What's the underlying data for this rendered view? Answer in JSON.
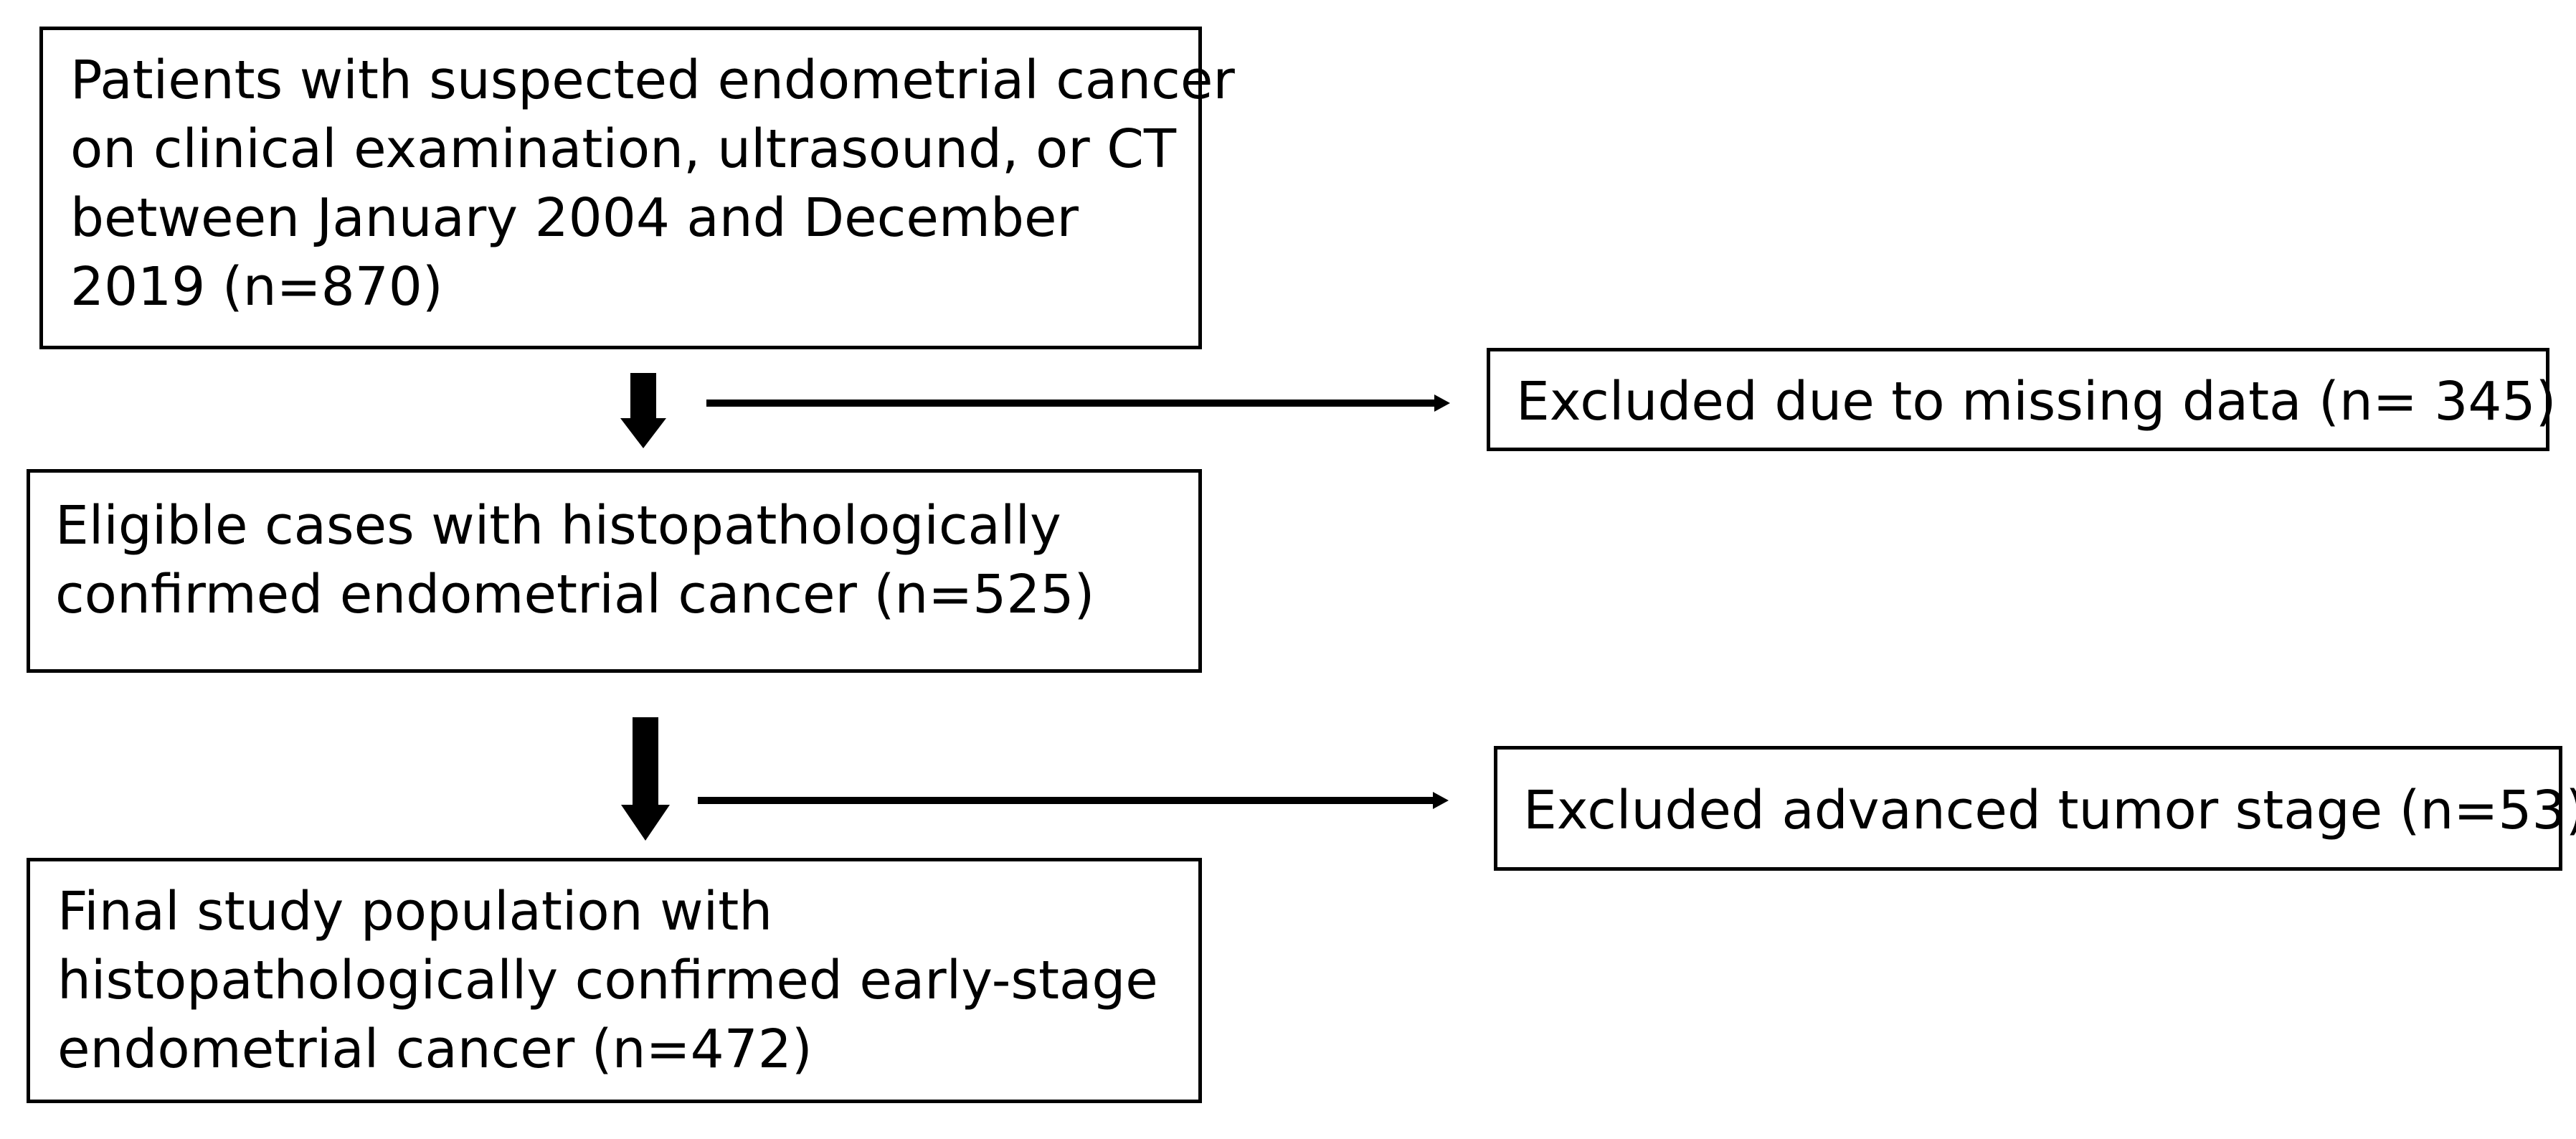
{
  "flow": {
    "start_box": {
      "lines": [
        "Patients with suspected endometrial cancer",
        "on clinical examination, ultrasound, or CT",
        "between January 2004 and December",
        "2019 (n=870)"
      ]
    },
    "eligible_box": {
      "lines": [
        "Eligible cases with histopathologically",
        "confirmed endometrial cancer (n=525)"
      ]
    },
    "final_box": {
      "lines": [
        "Final study population with",
        "histopathologically confirmed early-stage",
        "endometrial cancer (n=472)"
      ]
    },
    "exclusion_1": {
      "text": "Excluded due to missing data (n= 345)"
    },
    "exclusion_2": {
      "text": "Excluded advanced tumor stage (n=53)"
    }
  }
}
